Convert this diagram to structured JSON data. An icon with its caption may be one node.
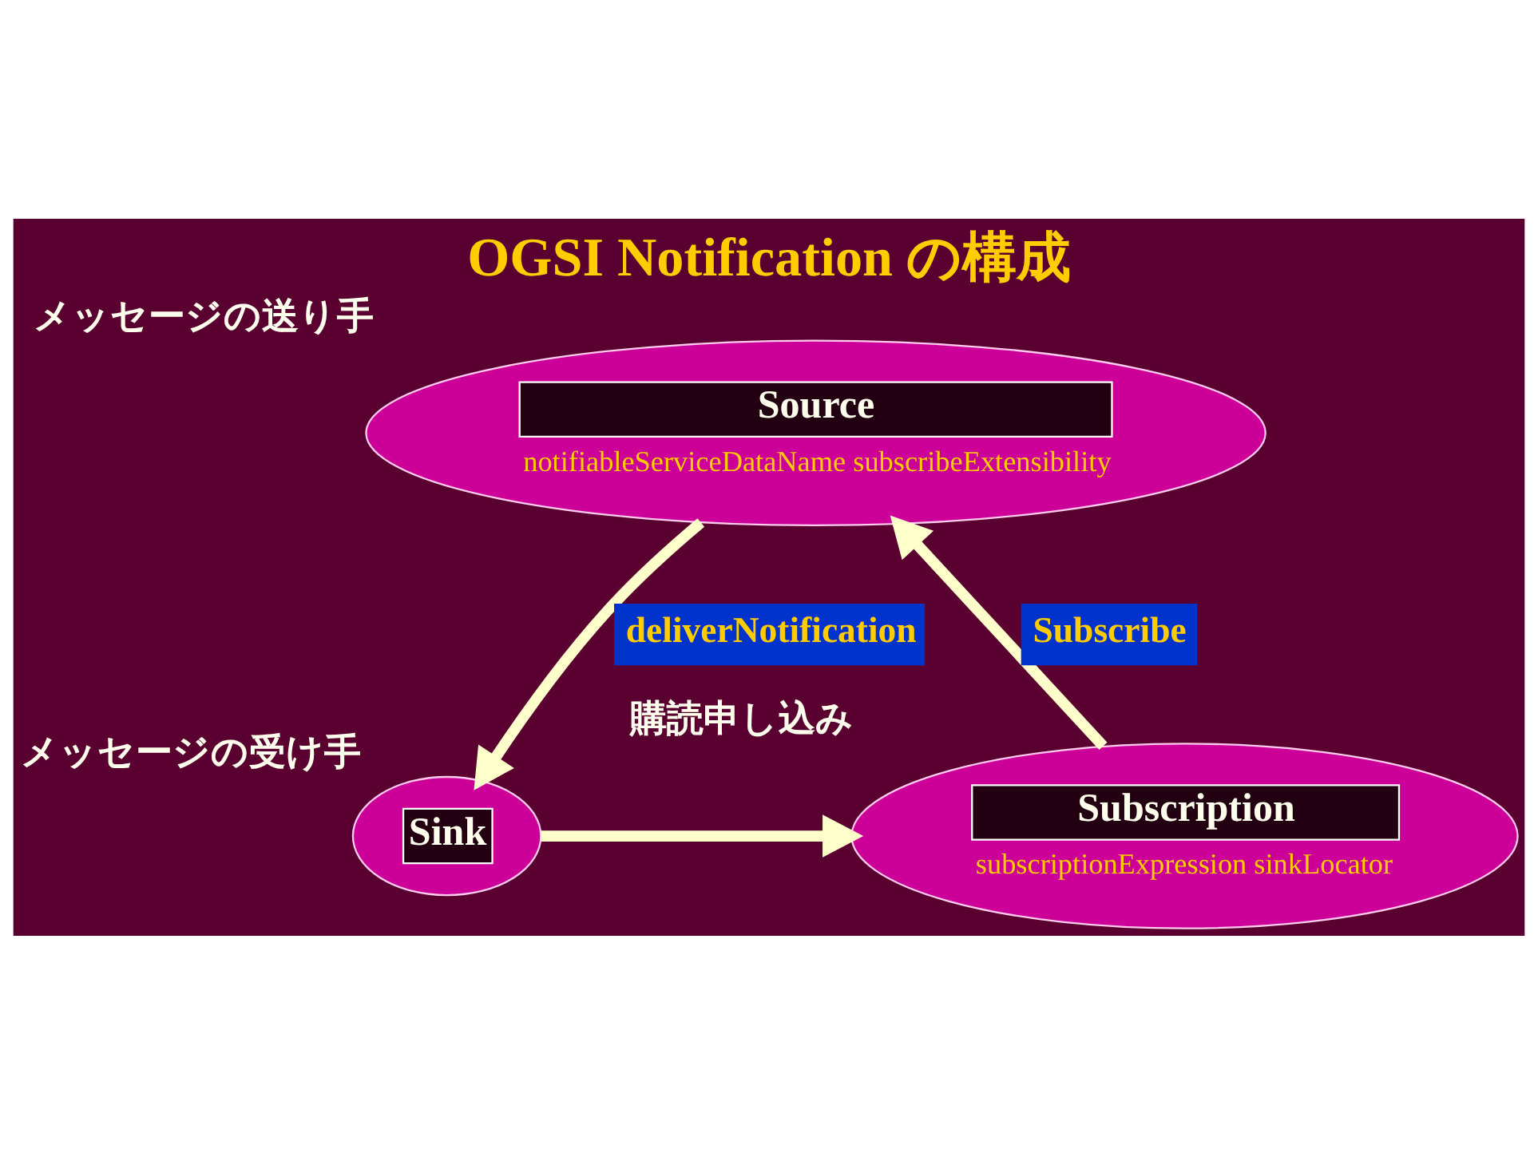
{
  "diagram": {
    "title": "OGSI Notification の構成",
    "nodes": [
      {
        "text": [
          "Source",
          "notifiableServiceDataName subscribeExtensibility"
        ],
        "beside": [
          "メッセージの送り手"
        ]
      },
      {
        "text": [
          "Sink"
        ],
        "beside": [
          "メッセージの受け手"
        ]
      },
      {
        "text": [
          "Subscription",
          "subscriptionExpression sinkLocator"
        ],
        "beside": [
          "購読申し込み"
        ]
      }
    ],
    "edges": [
      {
        "from": 0,
        "to": 1,
        "arrow": "to",
        "label": "deliverNotification"
      },
      {
        "from": 1,
        "to": 2,
        "arrow": "to"
      },
      {
        "from": 2,
        "to": 0,
        "arrow": "to",
        "label": "Subscribe"
      }
    ]
  }
}
